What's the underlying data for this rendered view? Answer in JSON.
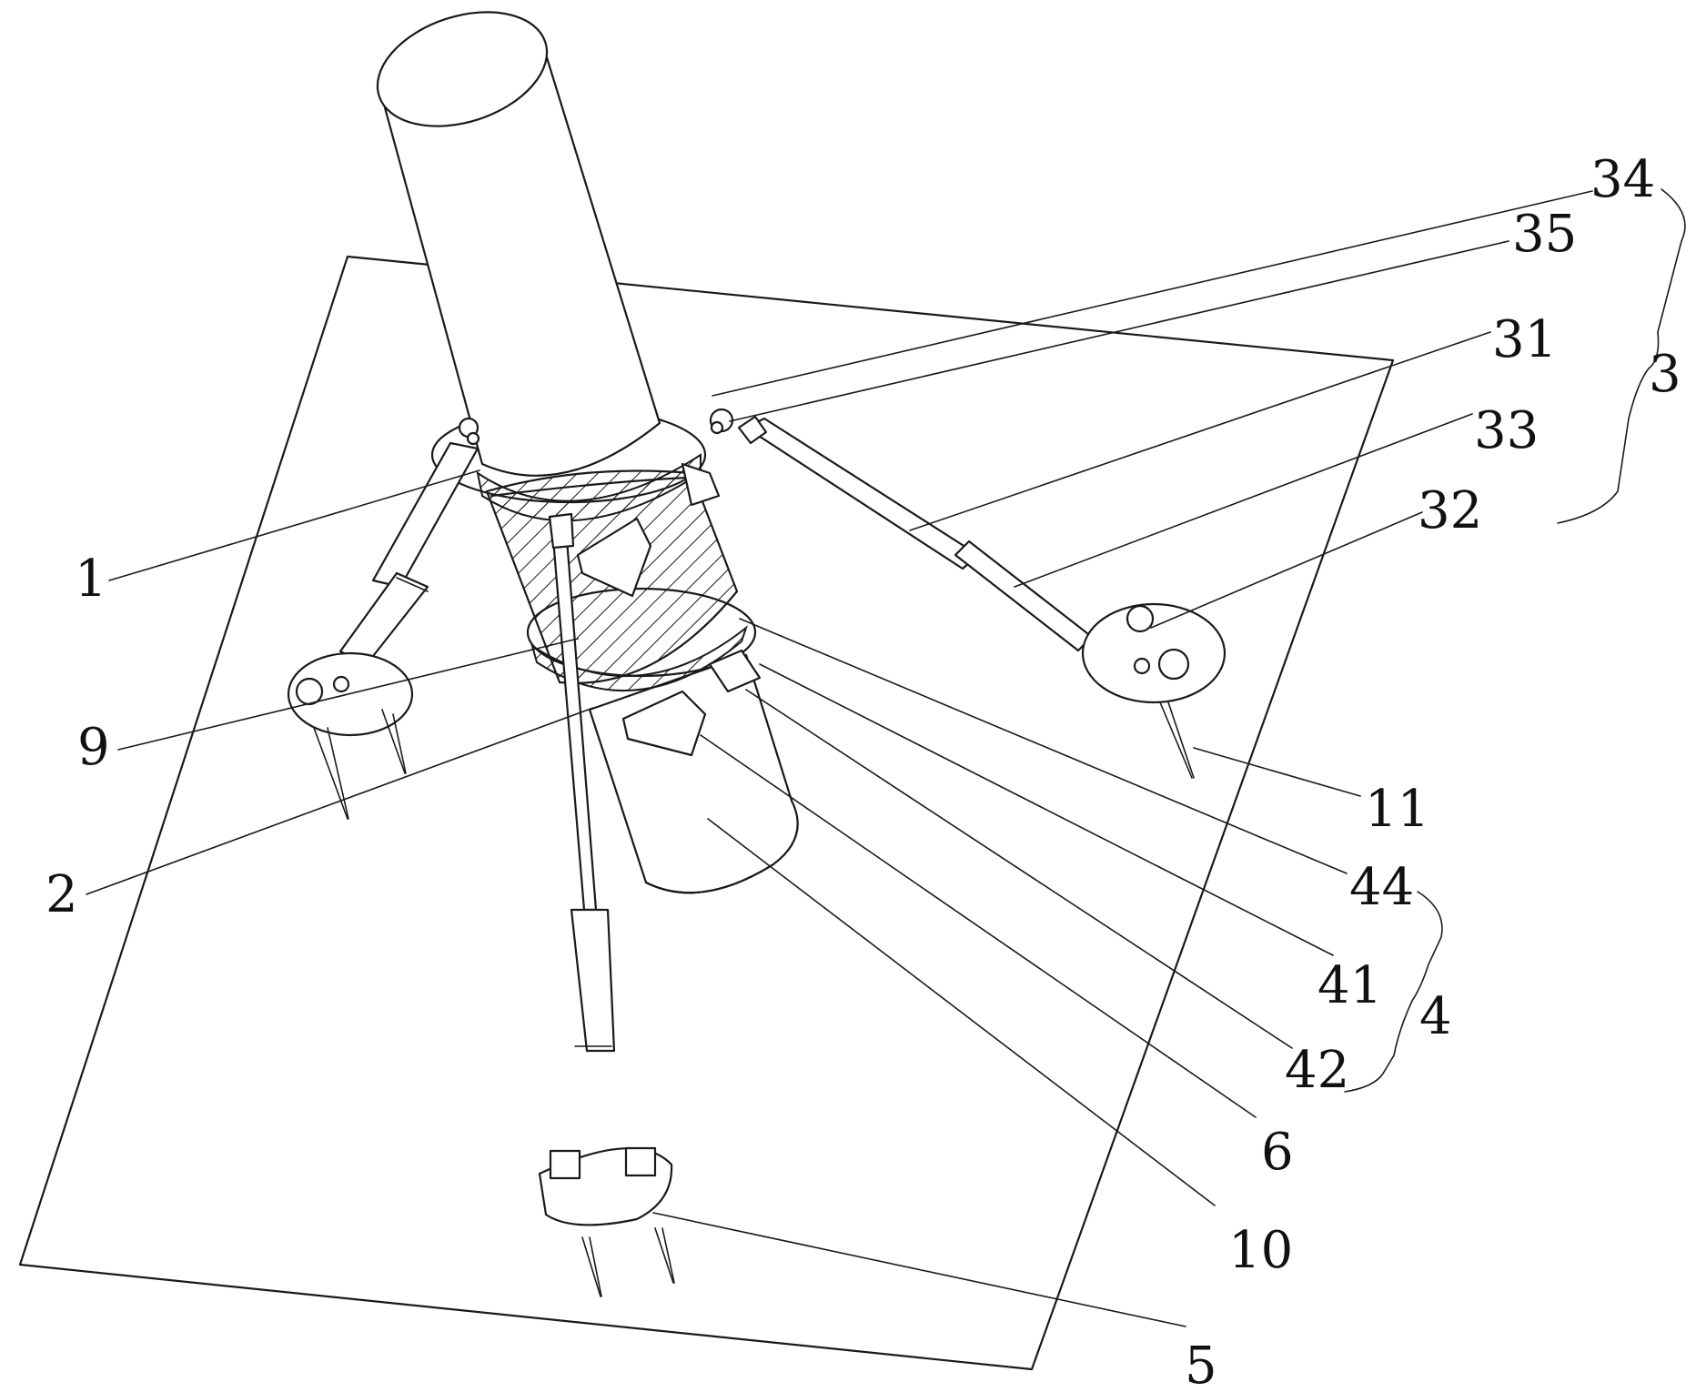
{
  "labels": {
    "l1": "1",
    "l2": "2",
    "l3": "3",
    "l4": "4",
    "l5": "5",
    "l6": "6",
    "l9": "9",
    "l10": "10",
    "l11": "11",
    "l31": "31",
    "l32": "32",
    "l33": "33",
    "l34": "34",
    "l35": "35",
    "l41": "41",
    "l42": "42",
    "l44": "44"
  }
}
